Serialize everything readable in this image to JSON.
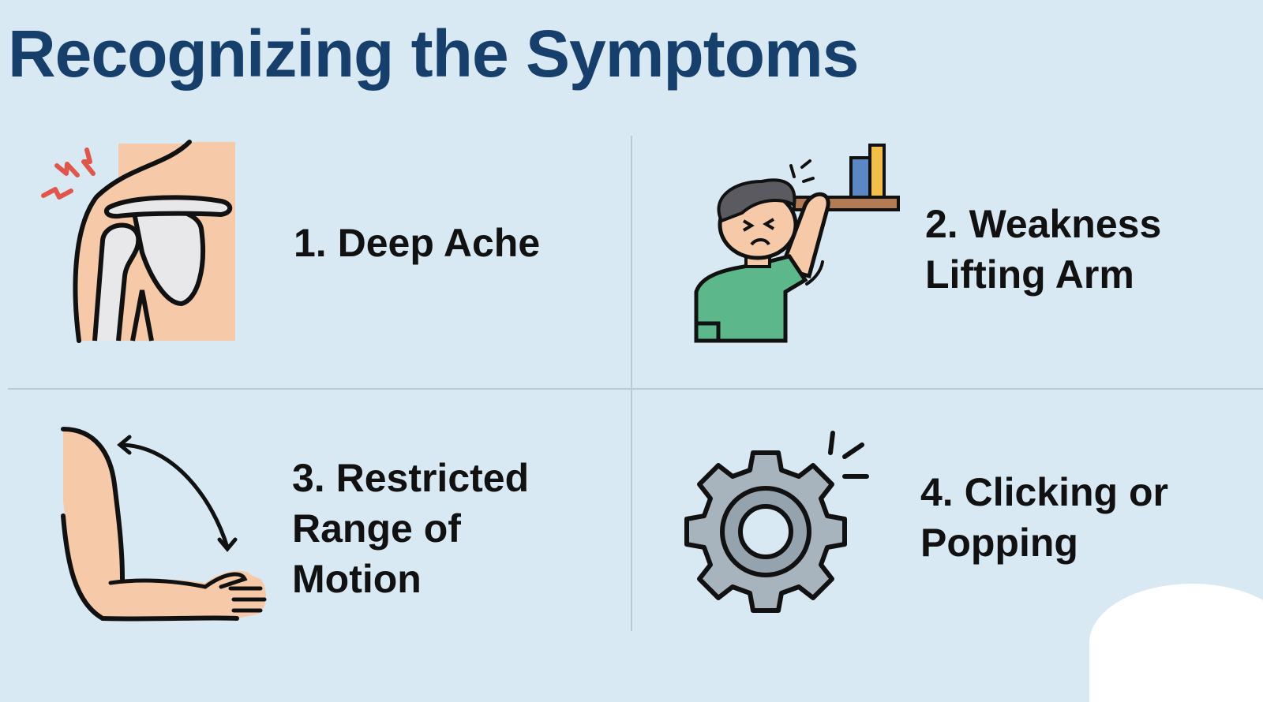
{
  "title": "Recognizing the Symptoms",
  "symptoms": [
    {
      "number": "1.",
      "label": "1. Deep Ache",
      "icon": "shoulder-pain-icon"
    },
    {
      "number": "2.",
      "label": "2. Weakness\nLifting Arm",
      "icon": "arm-lifting-strain-icon"
    },
    {
      "number": "3.",
      "label": "3. Restricted\nRange of\nMotion",
      "icon": "arm-range-of-motion-icon"
    },
    {
      "number": "4.",
      "label": "4. Clicking or\nPopping",
      "icon": "clicking-gear-icon"
    }
  ],
  "colors": {
    "background": "#d9e9f4",
    "title": "#163f6b",
    "skin": "#f6c9a8",
    "pain_marks": "#e0564b",
    "shirt": "#5cb88a",
    "gear": "#a8b4bd"
  }
}
